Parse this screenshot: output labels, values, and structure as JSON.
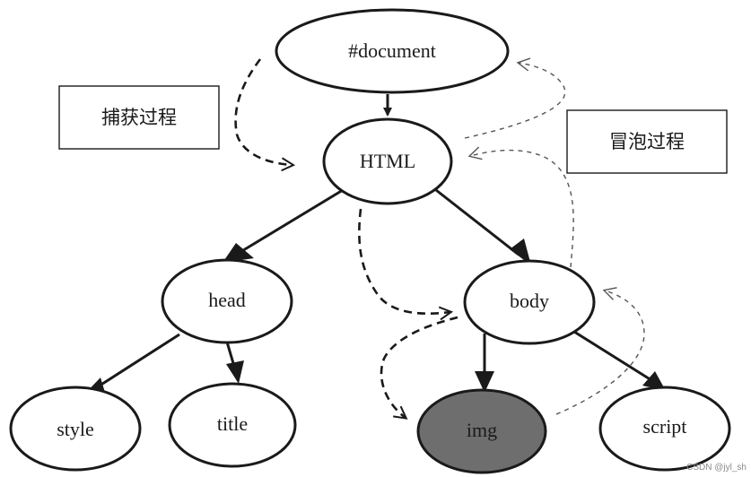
{
  "diagram": {
    "nodes": {
      "document": "#document",
      "html": "HTML",
      "head": "head",
      "body": "body",
      "style": "style",
      "title": "title",
      "img": "img",
      "script": "script"
    },
    "labels": {
      "capture": "捕获过程",
      "bubble": "冒泡过程"
    },
    "watermark": "CSDN @jyl_sh",
    "colors": {
      "stroke": "#1a1a1a",
      "node_fill": "#ffffff",
      "target_fill": "#6e6e6e",
      "dashed_light": "#555555"
    }
  }
}
